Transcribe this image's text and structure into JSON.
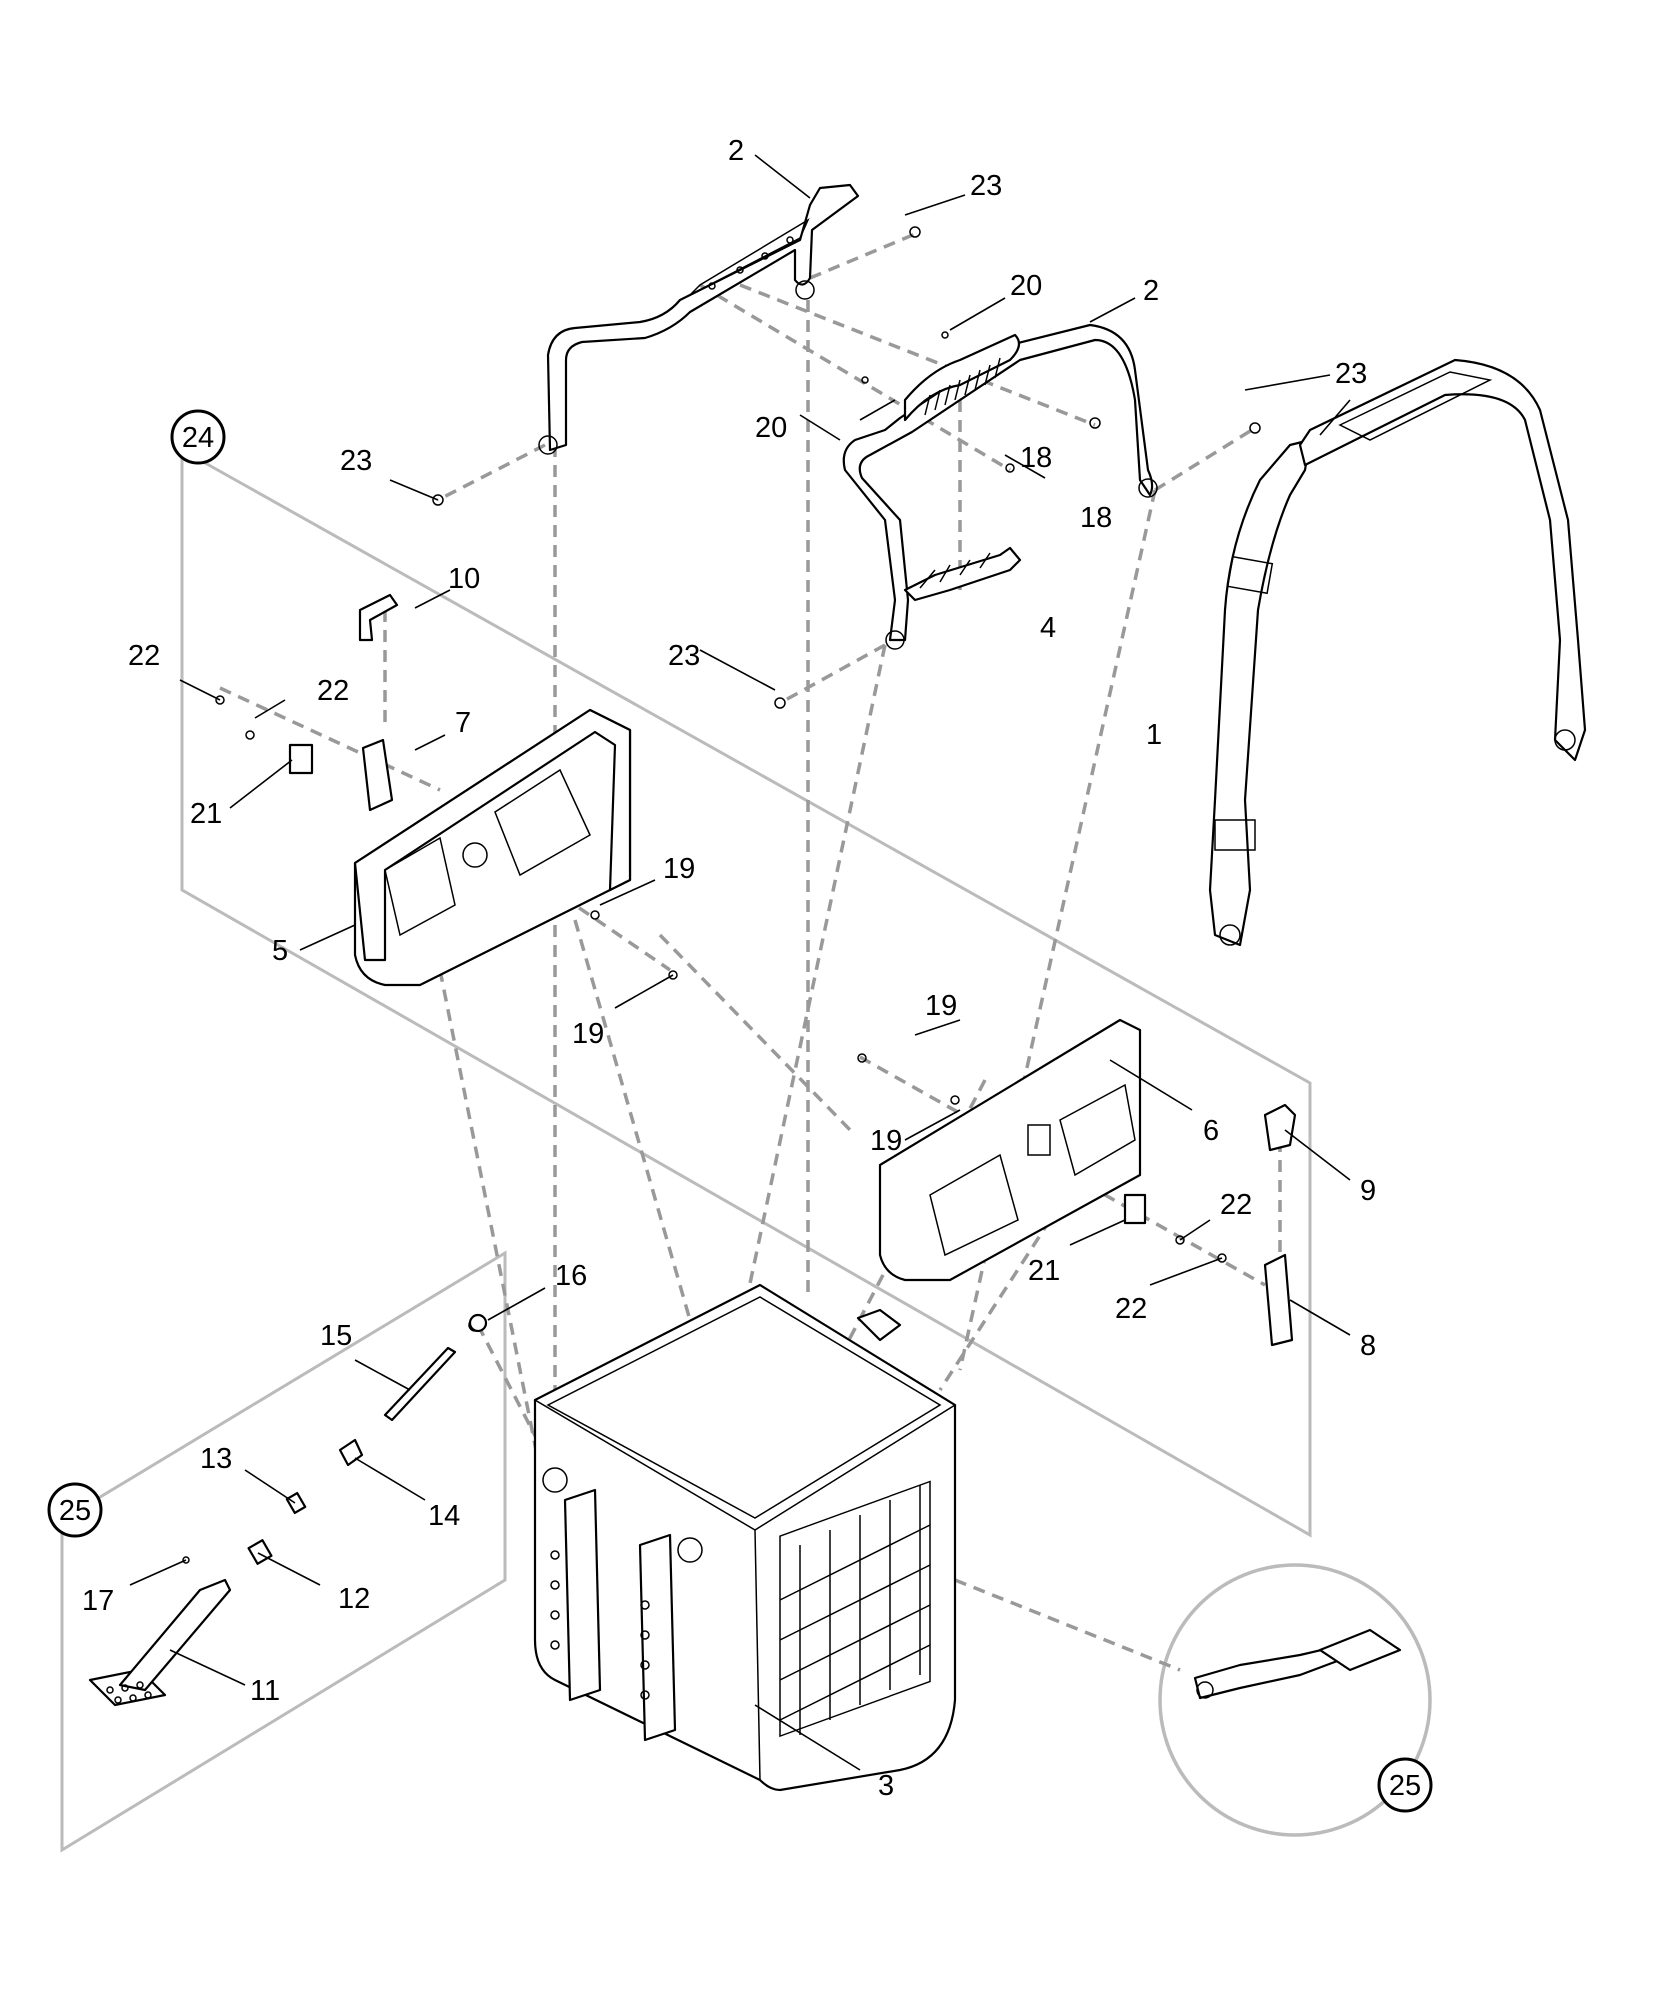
{
  "callouts": {
    "c1": "1",
    "c2a": "2",
    "c2b": "2",
    "c3": "3",
    "c4": "4",
    "c5": "5",
    "c6": "6",
    "c7": "7",
    "c8": "8",
    "c9": "9",
    "c10": "10",
    "c11": "11",
    "c12": "12",
    "c13": "13",
    "c14": "14",
    "c15": "15",
    "c16": "16",
    "c17": "17",
    "c18a": "18",
    "c18b": "18",
    "c19a": "19",
    "c19b": "19",
    "c19c": "19",
    "c19d": "19",
    "c20a": "20",
    "c20b": "20",
    "c21a": "21",
    "c21b": "21",
    "c22a": "22",
    "c22b": "22",
    "c22c": "22",
    "c22d": "22",
    "c23a": "23",
    "c23b": "23",
    "c23c": "23",
    "c23d": "23"
  },
  "circled_callouts": {
    "c24": "24",
    "c25a": "25",
    "c25b": "25"
  }
}
